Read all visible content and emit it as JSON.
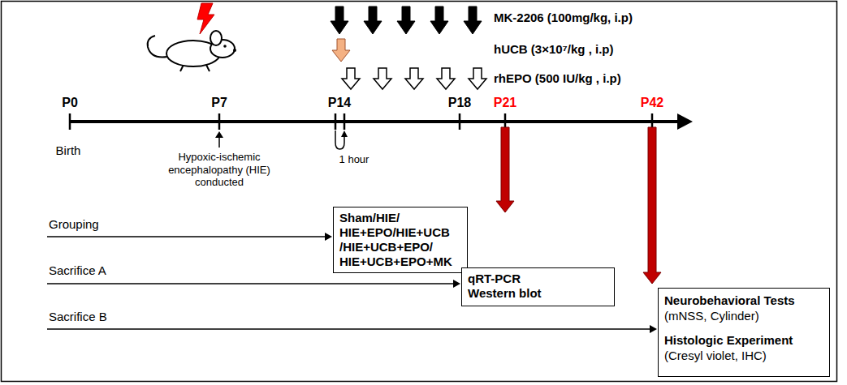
{
  "diagram": {
    "nodes": [
      {
        "text": [
          "Sham/HIE/ HIE+EPO/HIE+UCB /HIE+UCB+EPO/ HIE+UCB+EPO+MK"
        ]
      },
      {
        "text": [
          "qRT-PCR Western blot"
        ]
      },
      {
        "text": [
          "Neurobehavioral Tests",
          "(mNSS, Cylinder)",
          "Histologic Experiment",
          "(Cresyl violet, IHC)"
        ]
      }
    ],
    "labels": [
      "MK-2206 (100mg/kg, i.p)",
      "hUCB (3×10⁷/kg , i.p)",
      "rhEPO (500 IU/kg , i.p)",
      "P0",
      "P7",
      "P14",
      "P18",
      "P21",
      "P42",
      "Birth",
      "Hypoxic-ischemic encephalopathy (HIE) conducted",
      "1 hour",
      "Grouping",
      "Sacrifice A",
      "Sacrifice B"
    ]
  }
}
